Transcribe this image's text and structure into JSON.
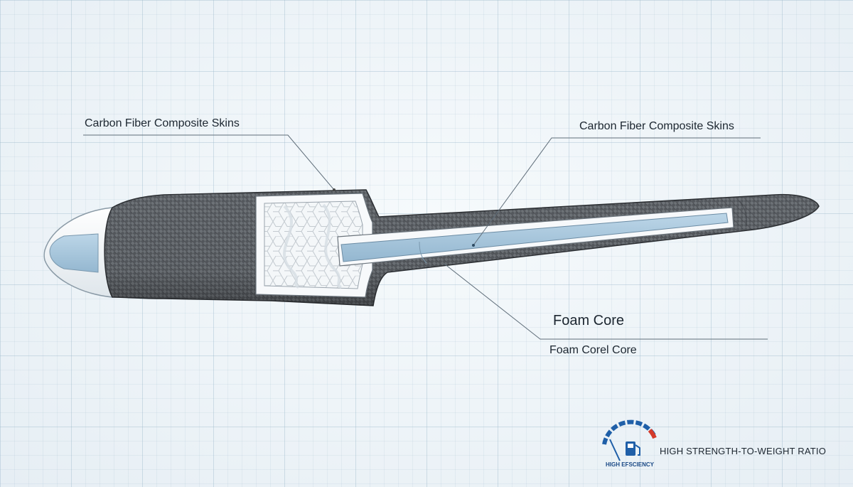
{
  "labels": {
    "skins_left": "Carbon Fiber Composite Skins",
    "skins_right": "Carbon Fiber Composite Skins",
    "foam_core": "Foam Core",
    "foam_core_secondary": "Foam Corel Core"
  },
  "badge": {
    "gauge_caption": "HIGH EFSCIENCY",
    "ratio_text": "HIGH STRENGTH-TO-WEIGHT RATIO",
    "icon": "fuel-gauge-icon"
  },
  "colors": {
    "carbon": "#55595e",
    "carbon_edge": "#2c2f33",
    "foam": "#a9c9e0",
    "gauge_blue": "#1f5fa8",
    "gauge_red": "#d43a2a"
  }
}
